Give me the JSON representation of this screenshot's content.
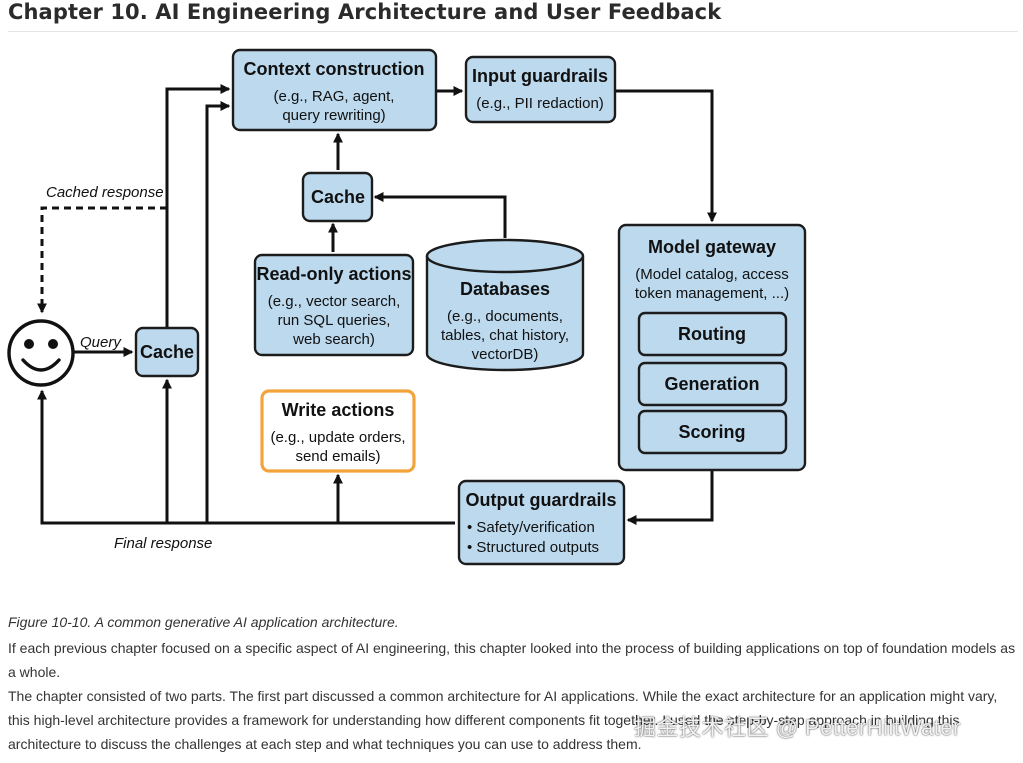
{
  "page": {
    "chapter_title": "Chapter 10. AI Engineering Architecture and User Feedback",
    "caption": "Figure 10-10. A common generative AI application architecture.",
    "paragraphs": [
      "If each previous chapter focused on a specific aspect of AI engineering, this chapter looked into the process of building applications on top of foundation models as a whole.",
      "The chapter consisted of two parts. The first part discussed a common architecture for AI applications. While the exact architecture for an application might vary, this high-level architecture provides a framework for understanding how different components fit together. I used the step-by-step approach in building this architecture to discuss the challenges at each step and what techniques you can use to address them."
    ],
    "watermark": "掘金技术社区 @ PetterHiltWater"
  },
  "diagram": {
    "colors": {
      "box_fill": "#bcd9ee",
      "box_stroke": "#1c1c1c",
      "accent_stroke": "#f2a33a",
      "line": "#111111"
    },
    "nodes": {
      "context_construction": {
        "title": "Context construction",
        "lines": [
          "(e.g., RAG, agent,",
          "query rewriting)"
        ]
      },
      "input_guardrails": {
        "title": "Input guardrails",
        "lines": [
          "(e.g., PII redaction)"
        ]
      },
      "cache_top": {
        "title": "Cache"
      },
      "read_only_actions": {
        "title": "Read-only actions",
        "lines": [
          "(e.g., vector search,",
          "run SQL queries,",
          "web search)"
        ]
      },
      "databases": {
        "title": "Databases",
        "lines": [
          "(e.g., documents,",
          "tables, chat history,",
          "vectorDB)"
        ]
      },
      "model_gateway": {
        "title": "Model gateway",
        "lines": [
          "(Model catalog, access",
          "token management, ...)"
        ],
        "sub": [
          "Routing",
          "Generation",
          "Scoring"
        ]
      },
      "cache_left": {
        "title": "Cache"
      },
      "write_actions": {
        "title": "Write actions",
        "lines": [
          "(e.g., update orders,",
          "send emails)"
        ]
      },
      "output_guardrails": {
        "title": "Output guardrails",
        "lines": [
          "• Safety/verification",
          "• Structured outputs"
        ]
      },
      "user": {
        "icon": "smiley-face-icon"
      }
    },
    "labels": {
      "cached_response": "Cached response",
      "query": "Query",
      "final_response": "Final response"
    }
  }
}
